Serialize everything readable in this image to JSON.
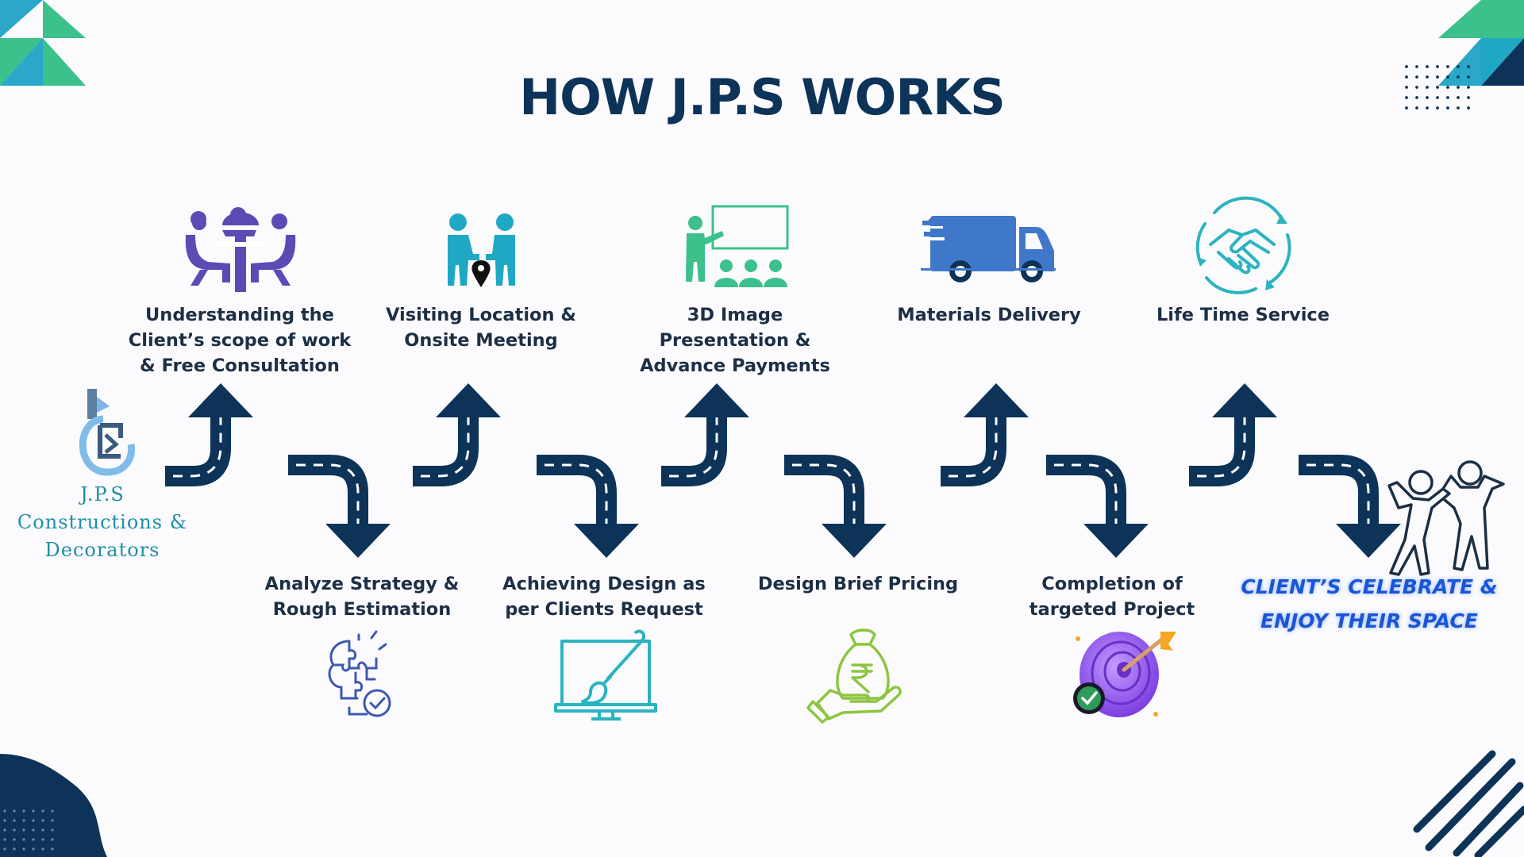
{
  "title": "HOW J.P.S WORKS",
  "brand": {
    "name": "J.P.S\nConstructions &\nDecorators",
    "logo_icon": "jps-logo-icon"
  },
  "steps_top": [
    {
      "label": "Understanding the\nClient’s scope of work\n& Free Consultation",
      "icon": "meeting-icon"
    },
    {
      "label": "Visiting Location &\nOnsite Meeting",
      "icon": "location-meeting-icon"
    },
    {
      "label": "3D Image\nPresentation &\nAdvance Payments",
      "icon": "presentation-icon"
    },
    {
      "label": "Materials Delivery",
      "icon": "delivery-truck-icon"
    },
    {
      "label": "Life Time Service",
      "icon": "handshake-icon"
    }
  ],
  "steps_bottom": [
    {
      "label": "Analyze Strategy &\nRough Estimation",
      "icon": "puzzle-brain-icon"
    },
    {
      "label": "Achieving Design as\nper Clients Request",
      "icon": "design-monitor-icon"
    },
    {
      "label": "Design Brief Pricing",
      "icon": "rupee-bag-icon"
    },
    {
      "label": "Completion of\ntargeted Project",
      "icon": "target-check-icon"
    }
  ],
  "final": {
    "label": "CLIENT’S CELEBRATE &\nENJOY THEIR SPACE",
    "icon": "celebrating-people-icon"
  },
  "colors": {
    "navy": "#0d3358",
    "teal": "#1fa8c4",
    "green": "#3cc08c",
    "purple": "#5a4bb5",
    "lime": "#8cc63f",
    "truck_blue": "#3f78c9"
  }
}
